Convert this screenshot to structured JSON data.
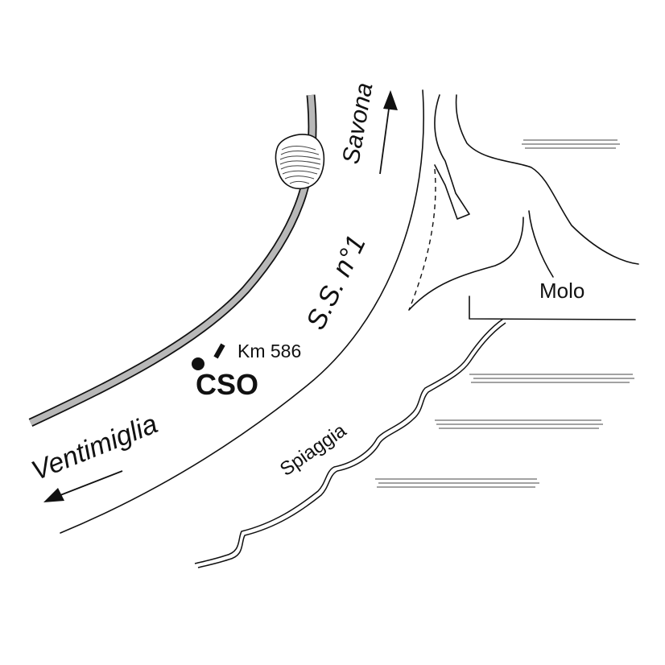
{
  "labels": {
    "savona": "Savona",
    "road": "S.S. n°1",
    "molo": "Molo",
    "km": "Km 586",
    "cso": "CSO",
    "ventimiglia": "Ventimiglia",
    "spiaggia": "Spiaggia"
  },
  "colors": {
    "railway_fill": "#b8b8b8",
    "ink": "#111111"
  }
}
